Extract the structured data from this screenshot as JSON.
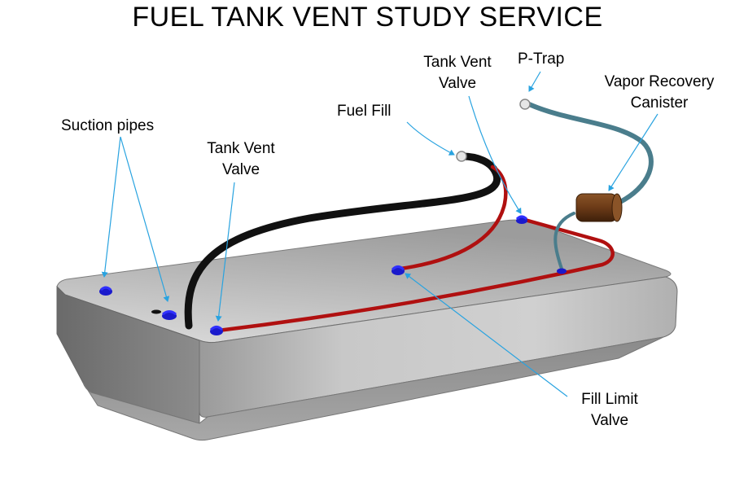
{
  "title": "FUEL TANK VENT STUDY SERVICE",
  "labels": {
    "suction_pipes": "Suction pipes",
    "tank_vent_valve_left_line1": "Tank Vent",
    "tank_vent_valve_left_line2": "Valve",
    "fuel_fill": "Fuel Fill",
    "tank_vent_valve_top_line1": "Tank Vent",
    "tank_vent_valve_top_line2": "Valve",
    "p_trap": "P-Trap",
    "vapor_recovery_line1": "Vapor Recovery",
    "vapor_recovery_line2": "Canister",
    "fill_limit_line1": "Fill Limit",
    "fill_limit_line2": "Valve"
  },
  "colors": {
    "tank_body": "#b4b4b4",
    "fuel_fill_hose": "#111111",
    "vent_hose": "#b01010",
    "vapor_hose": "#4a7d8c",
    "canister": "#6b3a17",
    "valve": "#1a1acc",
    "leader_line": "#29a3e0"
  }
}
